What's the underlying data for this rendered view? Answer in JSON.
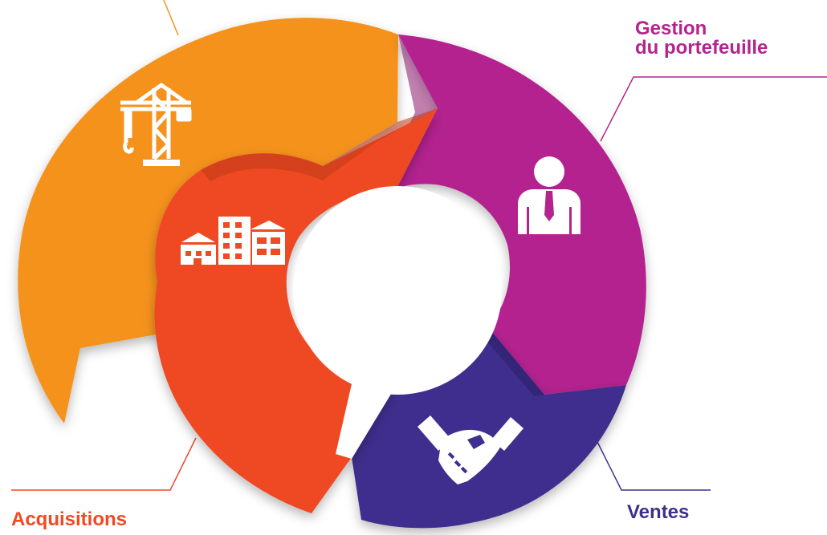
{
  "labels": {
    "gestion_line1": "Gestion",
    "gestion_line2": "du portefeuille",
    "acquisitions": "Acquisitions",
    "ventes": "Ventes"
  },
  "colors": {
    "orange": "#f5921e",
    "red_orange": "#ee4a23",
    "magenta": "#b4248f",
    "purple": "#3f2f8e",
    "text_magenta": "#b4248f",
    "text_red": "#ee4a23",
    "text_purple": "#3f2f8e"
  },
  "icons": {
    "development": "crane-icon",
    "acquisitions": "buildings-icon",
    "portfolio": "businessman-icon",
    "sales": "handshake-icon"
  }
}
